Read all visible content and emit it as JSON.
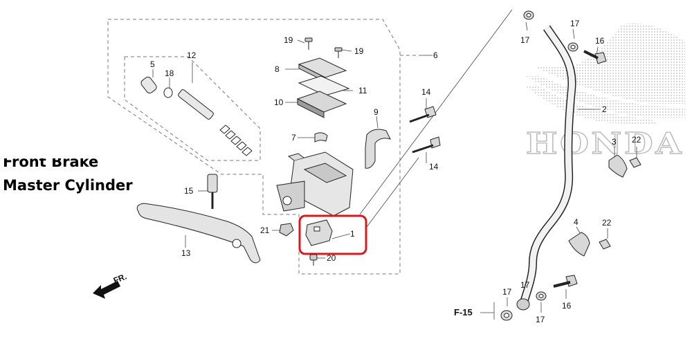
{
  "title": {
    "line1": "Front Brake",
    "line2": "Master Cylinder"
  },
  "logo": {
    "text": "HONDA",
    "color": "#bdbdbd"
  },
  "direction_label": "FR.",
  "ref_label": "F-15",
  "highlight_color": "#e0161b",
  "parts": {
    "p1": "1",
    "p2": "2",
    "p3": "3",
    "p4": "4",
    "p5": "5",
    "p6": "6",
    "p7": "7",
    "p8": "8",
    "p9": "9",
    "p10": "10",
    "p11": "11",
    "p12": "12",
    "p13": "13",
    "p14a": "14",
    "p14b": "14",
    "p15": "15",
    "p16a": "16",
    "p16b": "16",
    "p17a": "17",
    "p17b": "17",
    "p17c": "17",
    "p17d": "17",
    "p17e": "17",
    "p18": "18",
    "p19a": "19",
    "p19b": "19",
    "p20": "20",
    "p21": "21",
    "p22a": "22",
    "p22b": "22"
  }
}
